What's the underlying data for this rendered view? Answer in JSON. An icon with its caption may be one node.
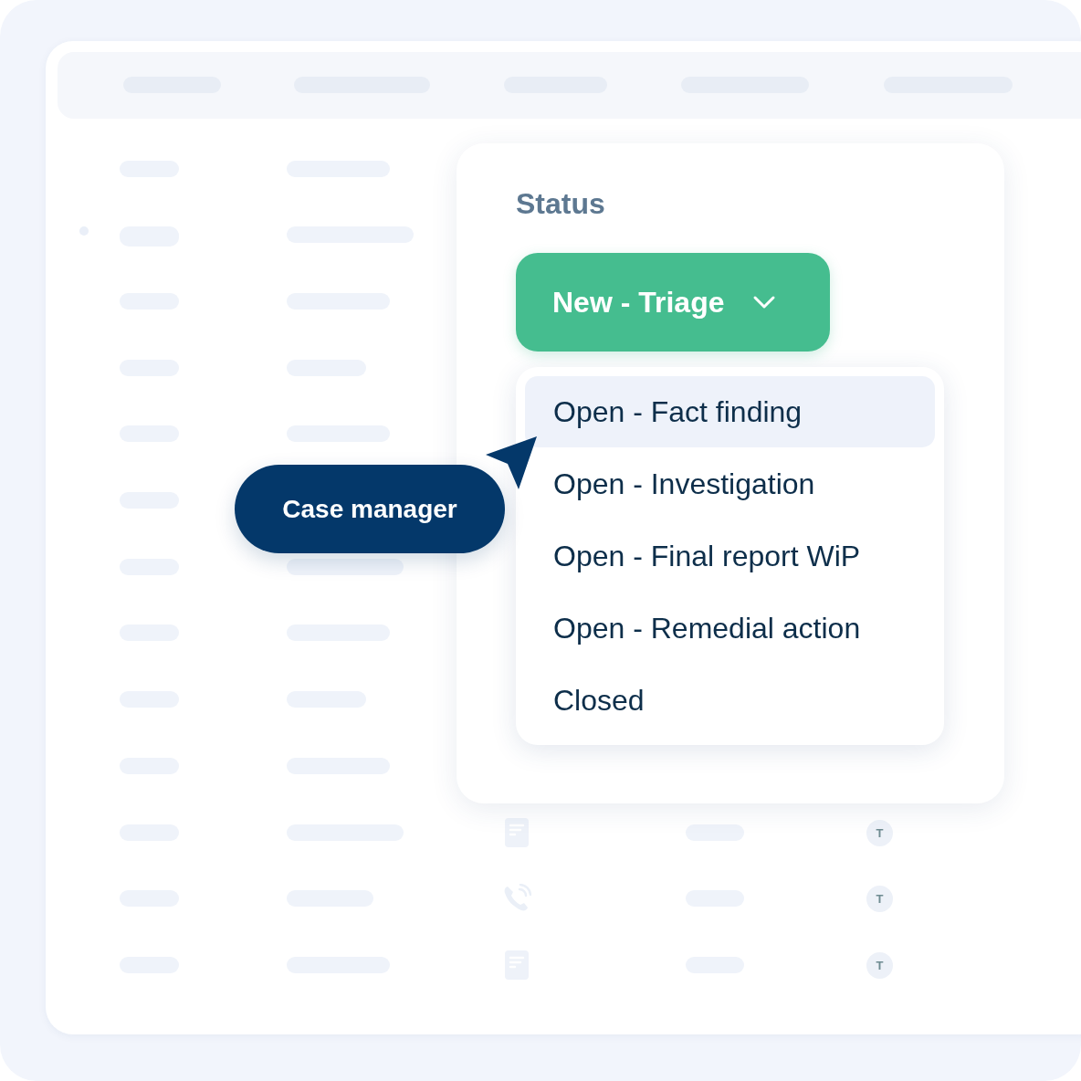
{
  "diagram": {
    "nodes": [
      {
        "text": [
          "Status"
        ]
      },
      {
        "text": [
          "New - Triage"
        ],
        "in": 0
      },
      {
        "text": [],
        "shape": "box",
        "in": 0
      },
      {
        "text": [
          "Open - Fact finding"
        ],
        "in": 2
      },
      {
        "text": [
          "Open - Investigation"
        ],
        "in": 2
      },
      {
        "text": [
          "Open - Final report WiP"
        ],
        "in": 2
      },
      {
        "text": [
          "Open - Remedial action"
        ],
        "in": 2
      },
      {
        "text": [
          "Closed"
        ],
        "in": 2
      },
      {
        "text": [
          "Case manager"
        ]
      }
    ],
    "labels": [
      "T",
      "T",
      "T"
    ]
  }
}
